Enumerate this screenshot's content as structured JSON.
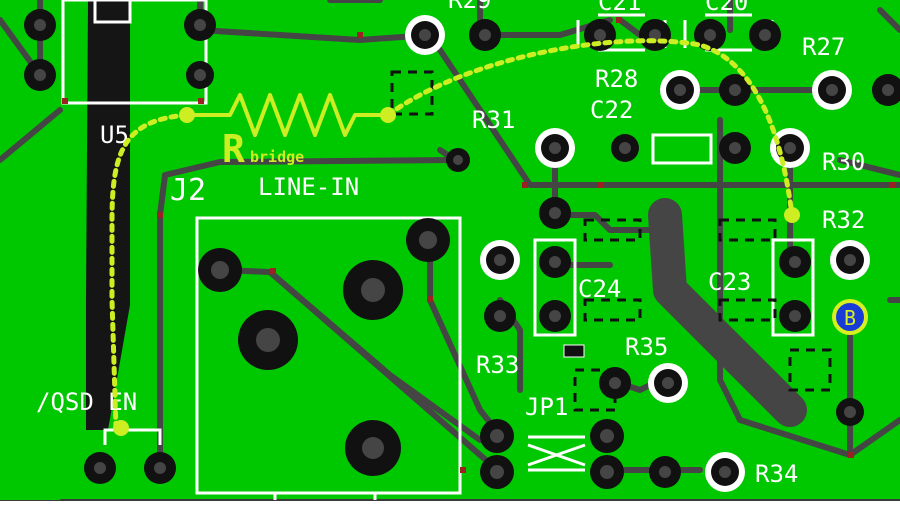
{
  "labels": {
    "u5": "U5",
    "j2": "J2",
    "line_in": "LINE-IN",
    "qsd_en": "/QSD EN",
    "r29": "R29",
    "r31": "R31",
    "r27": "R27",
    "r28": "R28",
    "r30": "R30",
    "r32": "R32",
    "r33": "R33",
    "r34": "R34",
    "r35": "R35",
    "c21": "C21",
    "c20": "C20",
    "c22": "C22",
    "c23": "C23",
    "c24": "C24",
    "jp1": "JP1"
  },
  "annotation": {
    "resistor_letter": "R",
    "resistor_sub": "bridge",
    "marker_b": "B"
  },
  "colors": {
    "board": "#00c800",
    "trace": "#454545",
    "silkscreen": "#ffffff",
    "pad": "#111111",
    "annotation": "#ccee22",
    "marker_fill": "#1a3cd6",
    "marker_ring": "#d8f020"
  }
}
